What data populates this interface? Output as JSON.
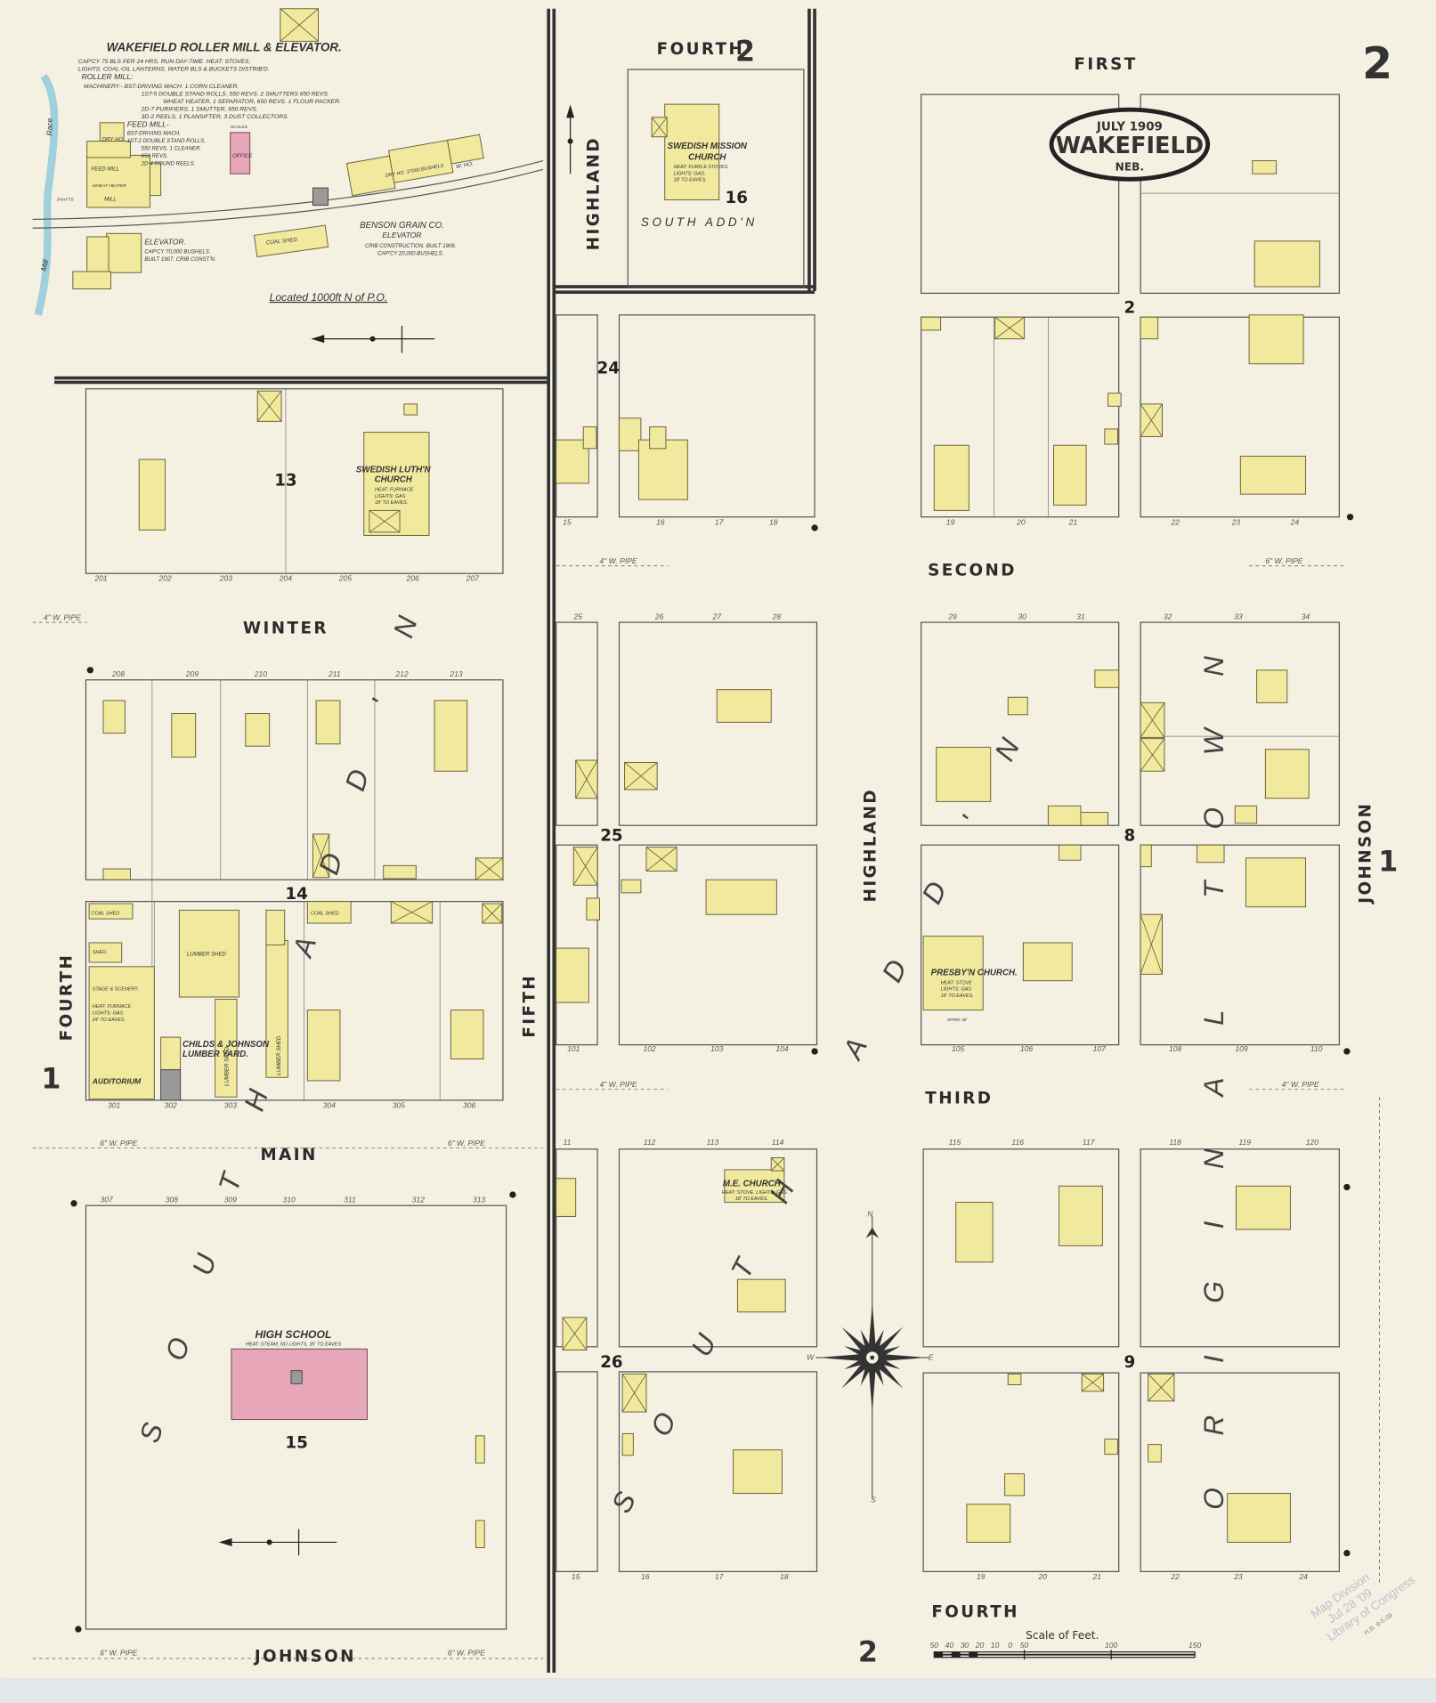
{
  "title": {
    "month_year": "JULY 1909",
    "town": "WAKEFIELD",
    "state": "NEB."
  },
  "sheet_number": "2",
  "adjoining_sheets": {
    "left": "1",
    "right": "1",
    "bottom": "2",
    "top_inset": "2"
  },
  "colors": {
    "paper": "#f4f1e3",
    "frame": "#f1ea9e",
    "brick": "#e8a6b9",
    "iron_clad": "#9a9a9a",
    "water": "#9fd0dc"
  },
  "streets": {
    "first": "FIRST",
    "second": "SECOND",
    "third": "THIRD",
    "fourth_bottom": "FOURTH",
    "fourth_inset": "FOURTH",
    "winter": "WINTER",
    "main": "MAIN",
    "johnson_bottom": "JOHNSON",
    "fourth_left": "FOURTH",
    "fifth": "FIFTH",
    "highland": "HIGHLAND",
    "highland_inset": "HIGHLAND",
    "johnson_right": "JOHNSON"
  },
  "block_numbers": [
    "13",
    "14",
    "15",
    "16",
    "24",
    "25",
    "26",
    "2",
    "8",
    "9"
  ],
  "additions": {
    "south_add_left": "SOUTH ADD'N",
    "south_add_mid": "SOUTH ADD'N",
    "original_town": "ORIGINAL TOWN",
    "inset": "SOUTH ADD'N"
  },
  "mill": {
    "title": "WAKEFIELD ROLLER MILL & ELEVATOR.",
    "lines": [
      "CAP'CY 75 BLS PER 24 HRS. RUN DAY-TIME. HEAT: STOVES.",
      "LIGHTS: COAL-OIL LANTERNS. WATER BLS & BUCKETS DISTRIB'D.",
      "ROLLER MILL:",
      "MACHINERY:- BST-DRIVING MACH. 1 CORN CLEANER.",
      "1ST-5 DOUBLE STAND ROLLS. 550 REVS. 2 SMUTTERS 650 REVS.",
      "WHEAT HEATER, 1 SEPARATOR, 650 REVS. 1 FLOUR PACKER.",
      "2D-7 PURIFIERS, 1 SMUTTER, 650 REVS.",
      "3D-2 REELS, 1 PLANSIFTER, 3 DUST COLLECTORS."
    ],
    "feed_mill": [
      "FEED MILL-",
      "BST-DRIVING MACH.",
      "1ST-2 DOUBLE STAND ROLLS.",
      "550 REVS. 1 CLEANER.",
      "650 REVS.",
      "2D-4 ROUND REELS."
    ],
    "labels": {
      "dry_ho": "DRY HO.",
      "feed_mill": "FEED MILL",
      "wheat_heater": "WHEAT HEATER",
      "mill": "MILL",
      "office": "OFFICE",
      "scales": "SCALES",
      "shafts": "SHAFTS",
      "race": "Race",
      "mill_race": "Mill"
    },
    "elevator": [
      "ELEVATOR.",
      "CAP'CY 70,000 BUSHELS.",
      "BUILT 1907. CRIB CONST'N."
    ],
    "coal_shed": "COAL SHED.",
    "benson": [
      "BENSON GRAIN CO.",
      "ELEVATOR",
      "CRIB CONSTRUCTION. BUILT 1906.",
      "CAP'CY 20,000 BUSHELS."
    ],
    "benson_dry_ho": "DRY HO. 17000 BUSHELS",
    "w_ho": "W. HO.",
    "location_note": "Located 1000ft N of P.O."
  },
  "landmarks": {
    "swedish_mission": [
      "SWEDISH MISSION",
      "CHURCH",
      "HEAT: FURN & STOVES.",
      "LIGHTS: GAS.",
      "18' TO EAVES."
    ],
    "swedish_luth": [
      "SWEDISH LUTH'N",
      "CHURCH",
      "HEAT: FURNACE",
      "LIGHTS: GAS",
      "18' TO EAVES."
    ],
    "presbyn": [
      "PRESBY'N CHURCH.",
      "HEAT: STOVE",
      "LIGHTS: GAS",
      "18' TO EAVES.",
      "SPIRE 38'"
    ],
    "me_church": [
      "M.E. CHURCH",
      "HEAT: STOVE. LIGHTS: GAS.",
      "18' TO EAVES."
    ],
    "high_school": [
      "HIGH SCHOOL",
      "HEAT: STEAM, NO LIGHTS, 35' TO EAVES"
    ],
    "lumber_yard": [
      "CHILDS & JOHNSON",
      "LUMBER YARD."
    ],
    "lumber_shed": "LUMBER SHED",
    "auditorium": [
      "STAGE & SCENERY.",
      "HEAT: FURNACE",
      "LIGHTS: GAS",
      "24' TO EAVES.",
      "AUDITORIUM"
    ],
    "coal_shed": "COAL SHED",
    "shed": "SHED."
  },
  "pipes": {
    "four_inch": "4\" W. PIPE",
    "six_inch": "6\" W. PIPE"
  },
  "addresses": {
    "b13_bottom": [
      "201",
      "202",
      "203",
      "204",
      "205",
      "206",
      "207"
    ],
    "b14_top": [
      "208",
      "209",
      "210",
      "211",
      "212",
      "213"
    ],
    "b14_bottom": [
      "301",
      "302",
      "303",
      "304",
      "305",
      "306"
    ],
    "b15_top": [
      "307",
      "308",
      "309",
      "310",
      "311",
      "312",
      "313"
    ],
    "r1_bottom": [
      "15",
      "16",
      "17",
      "18",
      "19",
      "20",
      "21",
      "22",
      "23",
      "24"
    ],
    "r2_top": [
      "25",
      "26",
      "27",
      "28",
      "29",
      "30",
      "31",
      "32",
      "33",
      "34"
    ],
    "r2_bottom": [
      "101",
      "102",
      "103",
      "104",
      "105",
      "106",
      "107",
      "108",
      "109",
      "110"
    ],
    "r3_top": [
      "11",
      "112",
      "113",
      "114",
      "115",
      "116",
      "117",
      "118",
      "119",
      "120"
    ],
    "r3_bottom": [
      "15",
      "16",
      "17",
      "18",
      "19",
      "20",
      "21",
      "22",
      "23",
      "24"
    ]
  },
  "scale": {
    "title": "Scale of Feet.",
    "ticks": [
      "50",
      "40",
      "30",
      "20",
      "10",
      "0",
      "50",
      "100",
      "150"
    ]
  },
  "compass": {
    "n": "N",
    "s": "S",
    "e": "E",
    "w": "W"
  },
  "stamp": [
    "Map Division",
    "Jul 28 '09",
    "Library of Congress",
    "H.B. 8-5-09"
  ]
}
